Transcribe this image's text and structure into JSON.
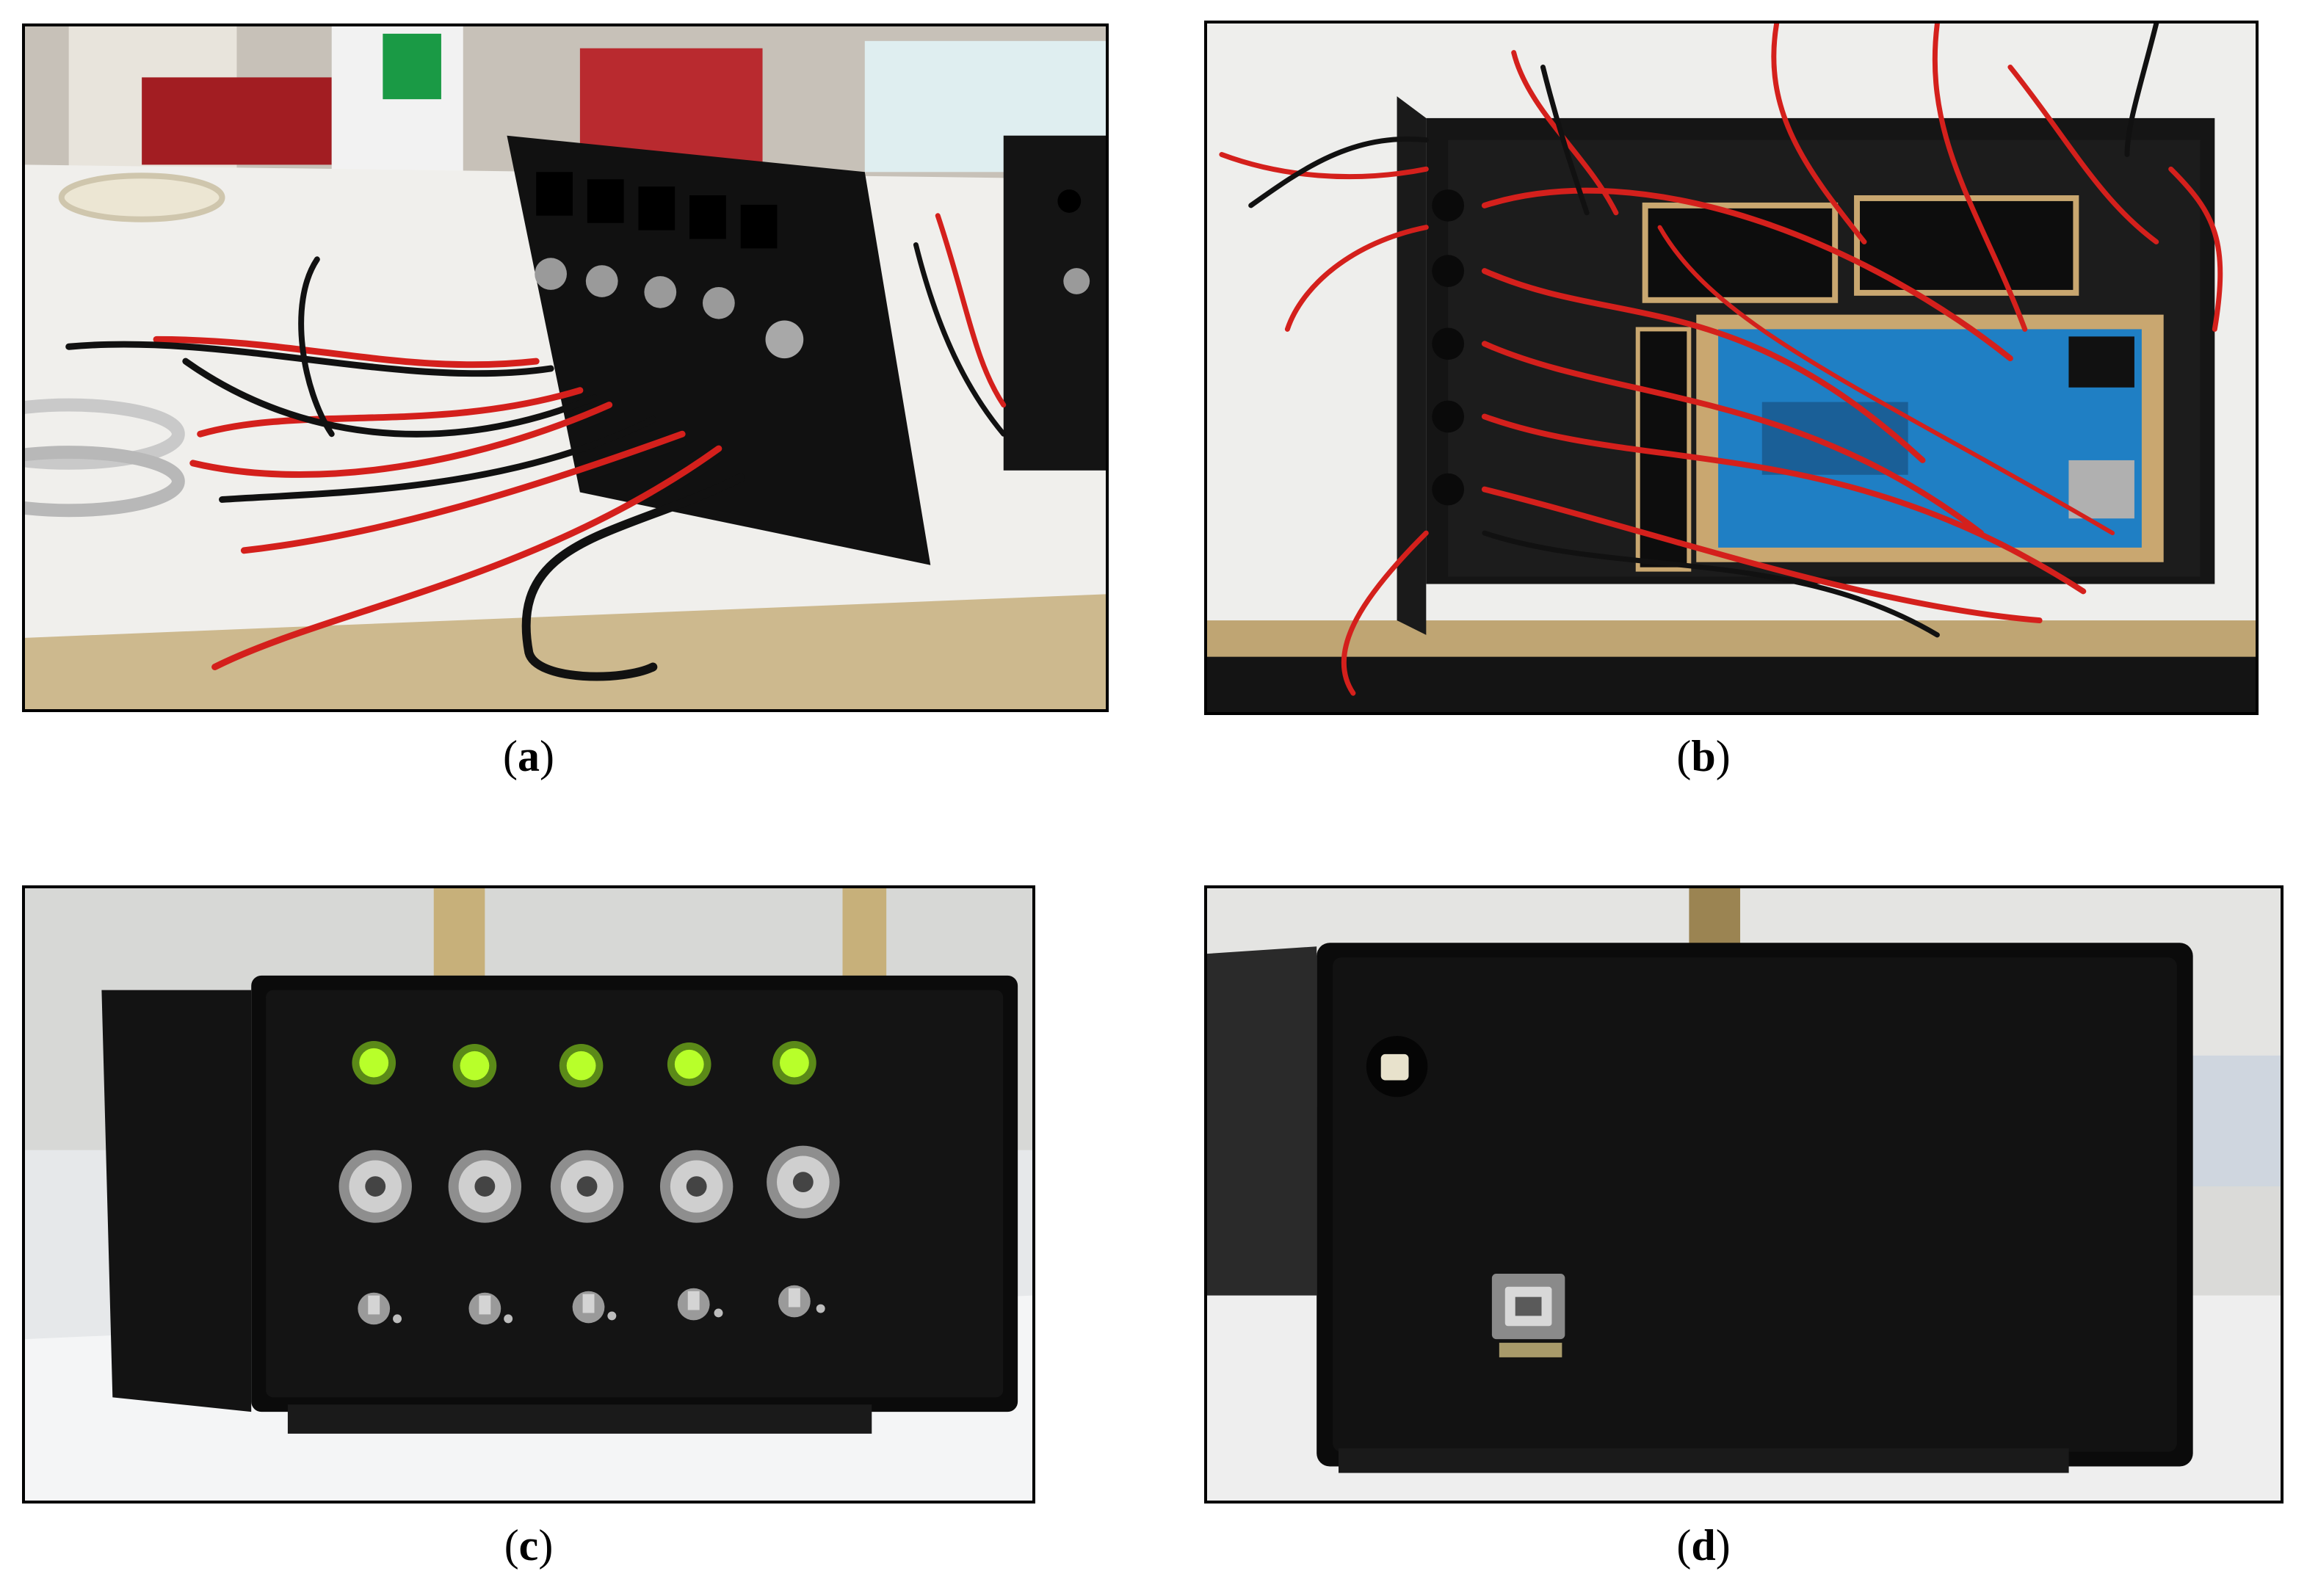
{
  "figure": {
    "panels": [
      {
        "id": "a",
        "label": "a",
        "subject": "front-panel-wiring-photo"
      },
      {
        "id": "b",
        "label": "b",
        "subject": "open-enclosure-arduino-wiring-photo"
      },
      {
        "id": "c",
        "label": "c",
        "subject": "assembled-box-front-leds-bnc-switches-photo"
      },
      {
        "id": "d",
        "label": "d",
        "subject": "assembled-box-rear-usb-button-photo"
      }
    ],
    "caption_open": "(",
    "caption_close": ")"
  },
  "colors": {
    "led_green": "#b8ff2a",
    "wire_red": "#d4201c",
    "board_blue": "#1f7fc4",
    "enclosure_black": "#101010"
  }
}
